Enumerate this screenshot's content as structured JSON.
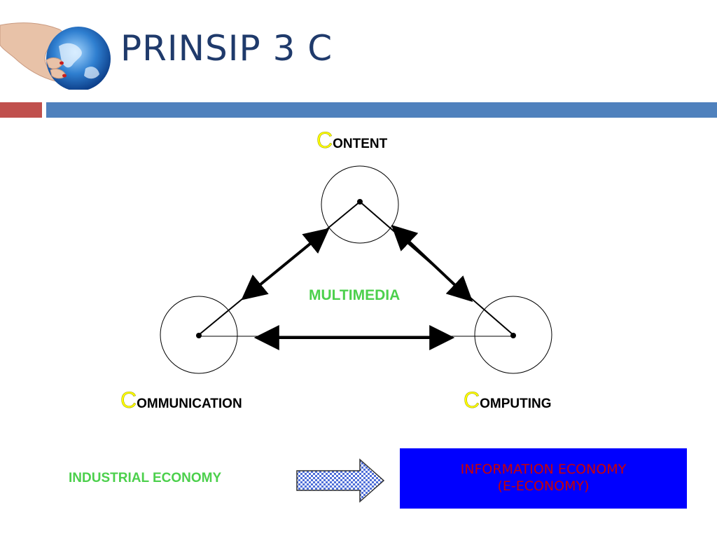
{
  "slide": {
    "title": "PRINSIP 3 C"
  },
  "diagram": {
    "nodes": [
      {
        "id": "content",
        "initial": "C",
        "rest": "ONTENT"
      },
      {
        "id": "communication",
        "initial": "C",
        "rest": "OMMUNICATION"
      },
      {
        "id": "computing",
        "initial": "C",
        "rest": "OMPUTING"
      }
    ],
    "center_label": "MULTIMEDIA"
  },
  "economy": {
    "from_label": "INDUSTRIAL ECONOMY",
    "to_line1": "INFORMATION ECONOMY",
    "to_line2": "(E-ECONOMY)"
  },
  "colors": {
    "title": "#1f3a6b",
    "accent_red": "#c0504d",
    "accent_blue": "#4f81bd",
    "initial_yellow": "#ffff00",
    "green_text": "#4cd04c",
    "box_blue": "#0000ff",
    "box_text_red": "#cc0000"
  }
}
